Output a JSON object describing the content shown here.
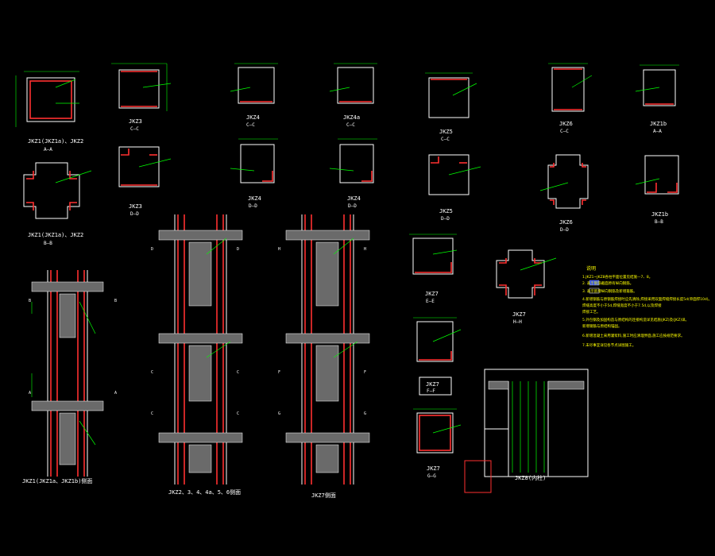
{
  "sections": [
    {
      "id": "jkz1-aa",
      "title": "JKZ1(JKZ1a)、JKZ2",
      "sub": "A—A"
    },
    {
      "id": "jkz3-cc",
      "title": "JKZ3",
      "sub": "C—C"
    },
    {
      "id": "jkz4-cc",
      "title": "JKZ4",
      "sub": "C—C"
    },
    {
      "id": "jkz4a-cc",
      "title": "JKZ4a",
      "sub": "C—C"
    },
    {
      "id": "jkz5-cc",
      "title": "JKZ5",
      "sub": "C—C"
    },
    {
      "id": "jkz6-cc",
      "title": "JKZ6",
      "sub": "C—C"
    },
    {
      "id": "jkz1b-aa",
      "title": "JKZ1b",
      "sub": "A—A"
    },
    {
      "id": "jkz1-bb",
      "title": "JKZ1(JKZ1a)、JKZ2",
      "sub": "B—B"
    },
    {
      "id": "jkz3-dd",
      "title": "JKZ3",
      "sub": "D—D"
    },
    {
      "id": "jkz4-dd",
      "title": "JKZ4",
      "sub": "D—D"
    },
    {
      "id": "jkz4b-dd",
      "title": "JKZ4",
      "sub": "D—D"
    },
    {
      "id": "jkz5-dd",
      "title": "JKZ5",
      "sub": "D—D"
    },
    {
      "id": "jkz6-dd",
      "title": "JKZ6",
      "sub": "D—D"
    },
    {
      "id": "jkz1b-bb",
      "title": "JKZ1b",
      "sub": "B—B"
    },
    {
      "id": "jkz7-ee",
      "title": "JKZ7",
      "sub": "E—E"
    },
    {
      "id": "jkz7-hh",
      "title": "JKZ7",
      "sub": "H—H"
    },
    {
      "id": "jkz7-ff",
      "title": "JKZ7",
      "sub": "F—F"
    },
    {
      "id": "jkz7-gg",
      "title": "JKZ7",
      "sub": "G—G"
    }
  ],
  "elevations": [
    {
      "id": "elev-1",
      "title": "JKZ1(JKZ1a、JKZ1b)侧面"
    },
    {
      "id": "elev-2",
      "title": "JKZ2、3、4、4a、5、6侧面"
    },
    {
      "id": "elev-3",
      "title": "JKZ7侧面"
    },
    {
      "id": "elev-4",
      "title": "JKZ8(内柱)"
    }
  ],
  "notes": {
    "heading": "说明",
    "items": [
      "1.JKZ1~JKZ8各柱平面位置见结施—7、8。",
      "2.   表示钢筋截面原有纵向钢筋。",
      "3.   表示新增纵向钢筋及新增箍筋。",
      "4.新增钢筋与原钢筋焊接时应先清除,焊接采用双面焊缝焊接长度5d(单面焊10d)。",
      "   焊缝高度不小于5d,焊缝宽度不小于7.5d,以及焊接",
      "   焊接工艺。",
      "5.外包钢及加固构造与原结构的连接构造详见结施(JKZ)及(JKZ)详。",
      "   新增钢筋与原结构锚固。",
      "6.新增混凝土采用灌浆料,施工时应清理界面,施工应按规范要求。",
      "7.未尽事宜详见各节点详图施工。"
    ]
  },
  "colors": {
    "background": "#000000",
    "dimension": "#00ff00",
    "outline": "#ffffff",
    "rebar": "#ff3030",
    "note": "#ffff00",
    "legend_blue": "#2040ff"
  }
}
